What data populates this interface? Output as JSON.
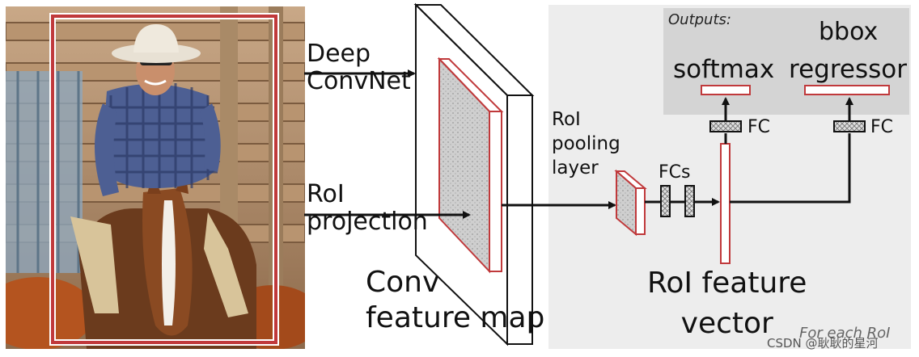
{
  "labels": {
    "deep_convnet": [
      "Deep",
      "ConvNet"
    ],
    "roi_projection": [
      "RoI",
      "projection"
    ],
    "conv_feature_map": [
      "Conv",
      "feature map"
    ],
    "roi_pooling_layer": [
      "RoI",
      "pooling",
      "layer"
    ],
    "fcs": "FCs",
    "fc": "FC",
    "outputs": "Outputs:",
    "softmax": "softmax",
    "bbox_regressor": [
      "bbox",
      "regressor"
    ],
    "roi_feature_vector": [
      "RoI feature",
      "vector"
    ],
    "for_each_roi": "For each RoI"
  },
  "watermark": "CSDN @耿耿的星河",
  "colors": {
    "roi_box": "#c0393b",
    "panel": "#ededed",
    "outputs_panel": "#d4d4d4",
    "arrow": "#111111"
  }
}
